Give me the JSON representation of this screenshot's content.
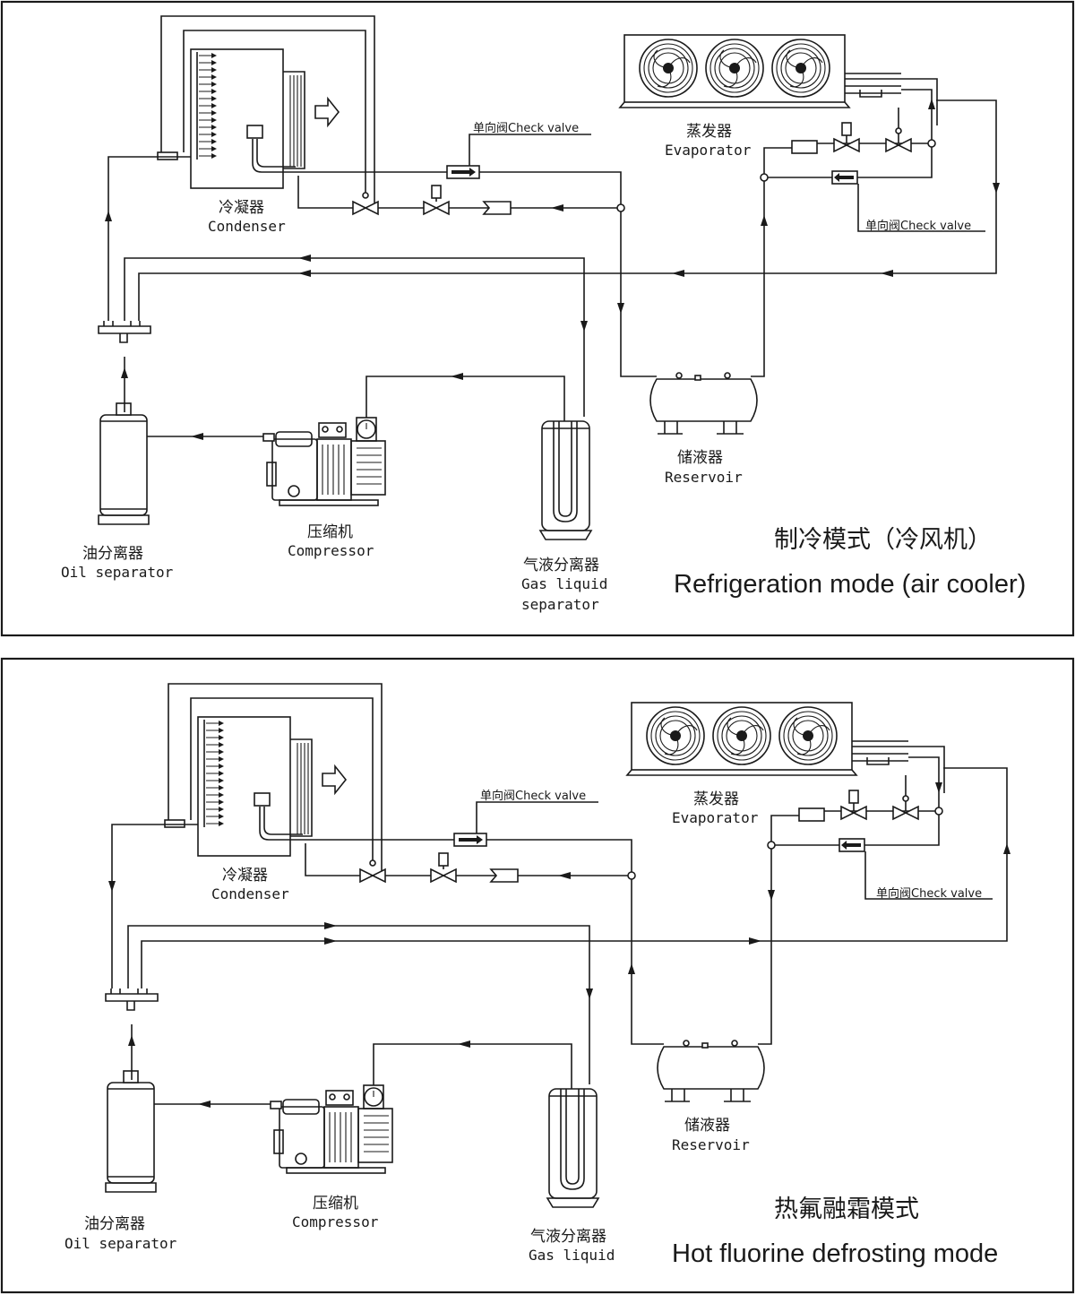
{
  "panels": [
    {
      "title_cn": "制冷模式（冷风机）",
      "title_en": "Refrigeration mode (air cooler)",
      "labels": {
        "condenser_cn": "冷凝器",
        "condenser_en": "Condenser",
        "evaporator_cn": "蒸发器",
        "evaporator_en": "Evaporator",
        "reservoir_cn": "储液器",
        "reservoir_en": "Reservoir",
        "compressor_cn": "压缩机",
        "compressor_en": "Compressor",
        "oil_separator_cn": "油分离器",
        "oil_separator_en": "Oil separator",
        "gas_liquid_separator_cn": "气液分离器",
        "gas_liquid_separator_en1": "Gas liquid",
        "gas_liquid_separator_en2": "separator",
        "check_valve_top": "单向阀Check valve",
        "check_valve_right": "单向阀Check valve"
      }
    },
    {
      "title_cn": "热氟融霜模式",
      "title_en": "Hot fluorine defrosting mode",
      "labels": {
        "condenser_cn": "冷凝器",
        "condenser_en": "Condenser",
        "evaporator_cn": "蒸发器",
        "evaporator_en": "Evaporator",
        "reservoir_cn": "储液器",
        "reservoir_en": "Reservoir",
        "compressor_cn": "压缩机",
        "compressor_en": "Compressor",
        "oil_separator_cn": "油分离器",
        "oil_separator_en": "Oil separator",
        "gas_liquid_separator_cn": "气液分离器",
        "gas_liquid_separator_en1": "Gas liquid",
        "gas_liquid_separator_en2": "",
        "check_valve_top": "单向阀Check valve",
        "check_valve_right": "单向阀Check valve"
      }
    }
  ]
}
